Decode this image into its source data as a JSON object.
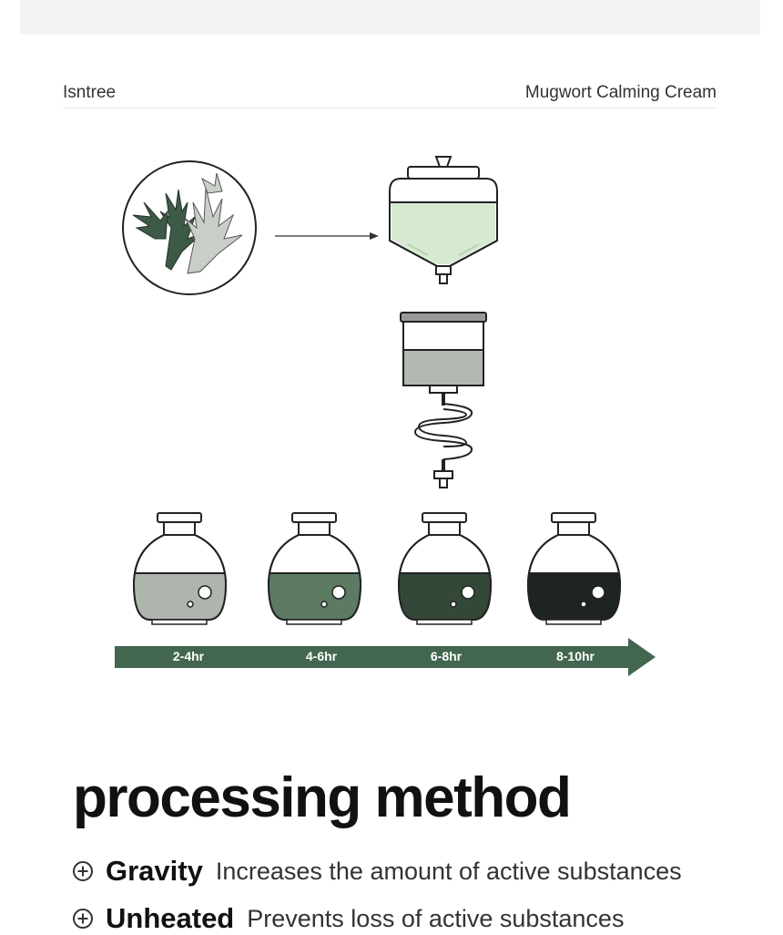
{
  "header": {
    "brand": "Isntree",
    "product": "Mugwort Calming Cream"
  },
  "timeline": {
    "labels": [
      "2-4hr",
      "4-6hr",
      "6-8hr",
      "8-10hr"
    ]
  },
  "flask_colors": [
    "#aeb5ad",
    "#5d7a62",
    "#34483a",
    "#1e2520"
  ],
  "accent_color": "#436650",
  "section": {
    "title": "processing method"
  },
  "methods": [
    {
      "name": "Gravity",
      "description": "Increases the amount of active substances"
    },
    {
      "name": "Unheated",
      "description": "Prevents loss of active substances"
    }
  ],
  "icons": [
    "mugwort-icon",
    "extraction-tank-icon",
    "distiller-icon",
    "flask-icon",
    "plus-circle-icon"
  ]
}
